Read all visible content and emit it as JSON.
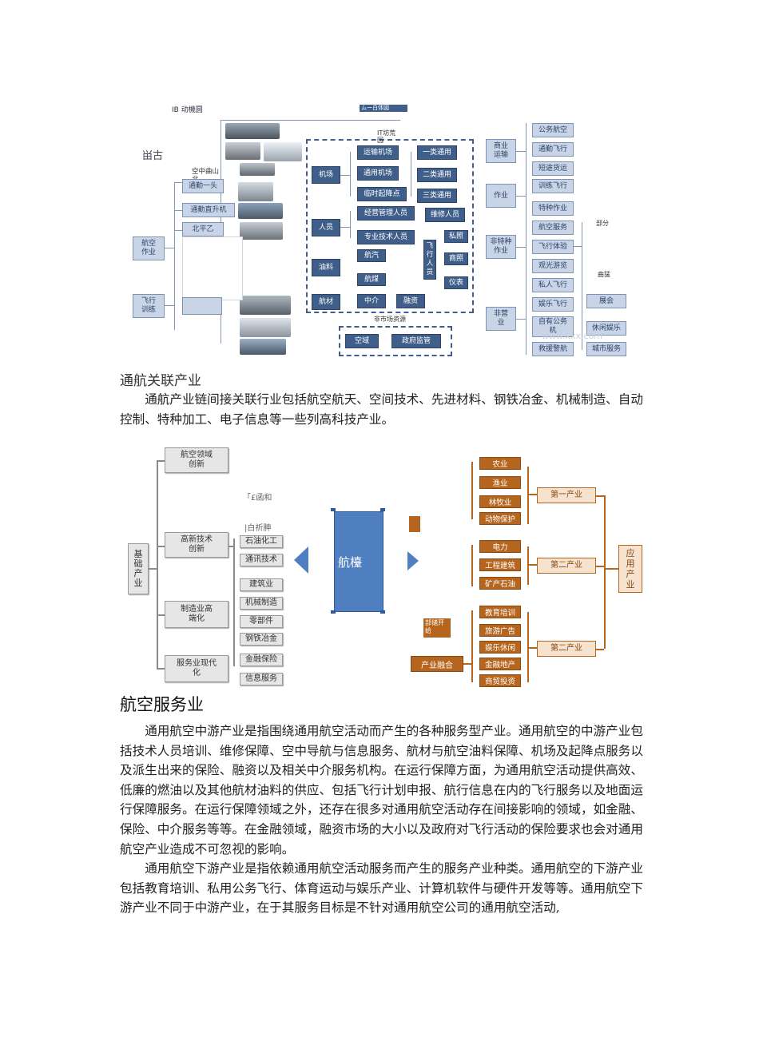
{
  "figure1": {
    "top_left_label": "IB 动機圆",
    "top_right_label": "ムー白体図",
    "left_text": "畄古",
    "overlay_label": "空中曲山\n北",
    "label_it": "IT坊荒\n园",
    "label_bushi": "部分",
    "label_shouchang": "曲猛",
    "label_nonmarket": "非市场资源",
    "left_items": [
      "通勤一头",
      "通勤直升机",
      "北平乙",
      "航空\n作业",
      "飞行\n训练"
    ],
    "mid_groups": [
      "机场",
      "人员",
      "油料",
      "航材"
    ],
    "airport_items": [
      "运输机场",
      "通用机场",
      "临时起降点"
    ],
    "airport_classes": [
      "一类通用",
      "二类通用",
      "三类通用"
    ],
    "people_items": [
      "经营管理人员",
      "专业技术人员",
      "维修人员"
    ],
    "pilot_group": "飞\n行\n人\n员",
    "licenses": [
      "私照",
      "商照",
      "仪表"
    ],
    "fuel_items": [
      "航汽",
      "航煤"
    ],
    "bottom_items": [
      "中介",
      "融资"
    ],
    "resources": [
      "空域",
      "政府监管"
    ],
    "right_groups": [
      "商业\n运输",
      "作业",
      "非特种\n作业",
      "非营\n业"
    ],
    "right_items": [
      "公务航空",
      "通勤飞行",
      "短途货运",
      "训练飞行",
      "特种作业",
      "航空服务",
      "飞行体验",
      "观光游览",
      "私人飞行",
      "娱乐飞行",
      "自有公务\n机",
      "救援警航"
    ],
    "far_right_items": [
      "展会",
      "休闲娱乐",
      "城市服务"
    ],
    "watermark": "www.xxx.com"
  },
  "section1": {
    "title": "通航关联产业",
    "paragraph": "通航产业链间接关联行业包括航空航天、空间技术、先进材料、钢铁冶金、机械制造、自动控制、特种加工、电子信息等一些列高科技产业。"
  },
  "figure2": {
    "root": "基\n础\n产\n业",
    "branches": [
      "航空领域\n创新",
      "高新技术\n创新",
      "制造业高\n端化",
      "服务业现代\n化"
    ],
    "leaves": [
      "石油化工",
      "通讯技术",
      "建筑业",
      "机械制造",
      "零部件",
      "钢铁冶金",
      "金融保险",
      "信息服务"
    ],
    "float_labels": [
      "「£函和",
      "|白祈胂"
    ],
    "center_label": "航檯",
    "fusion_note": "部储开\n给",
    "fusion": "产业融合",
    "right_root": "应\n用\n产\n业",
    "industries": [
      "第一产业",
      "第二产业",
      "第二产业"
    ],
    "sectors": [
      "农业",
      "渔业",
      "林牧业",
      "动物保护",
      "电力",
      "工程建筑",
      "矿产石油",
      "教育培训",
      "旅游广告",
      "娱乐休闲",
      "金融地产",
      "商贸投资"
    ]
  },
  "section2": {
    "title": "航空服务业",
    "paragraph1": "通用航空中游产业是指围绕通用航空活动而产生的各种服务型产业。通用航空的中游产业包括技术人员培训、维修保障、空中导航与信息服务、航材与航空油料保障、机场及起降点服务以及派生出来的保险、融资以及相关中介服务机构。在运行保障方面，为通用航空活动提供高效、低廉的燃油以及其他航材油料的供应、包括飞行计划申报、航行信息在内的飞行服务以及地面运行保障服务。在运行保障领域之外，还存在很多对通用航空活动存在间接影响的领域，如金融、保险、中介服务等等。在金融领域，融资市场的大小以及政府对飞行活动的保险要求也会对通用航空产业造成不可忽视的影响。",
    "paragraph2": "通用航空下游产业是指依赖通用航空活动服务而产生的服务产业种类。通用航空的下游产业包括教育培训、私用公务飞行、体育运动与娱乐产业、计算机软件与硬件开发等等。通用航空下游产业不同于中游产业，在于其服务目标是不针对通用航空公司的通用航空活动,"
  }
}
